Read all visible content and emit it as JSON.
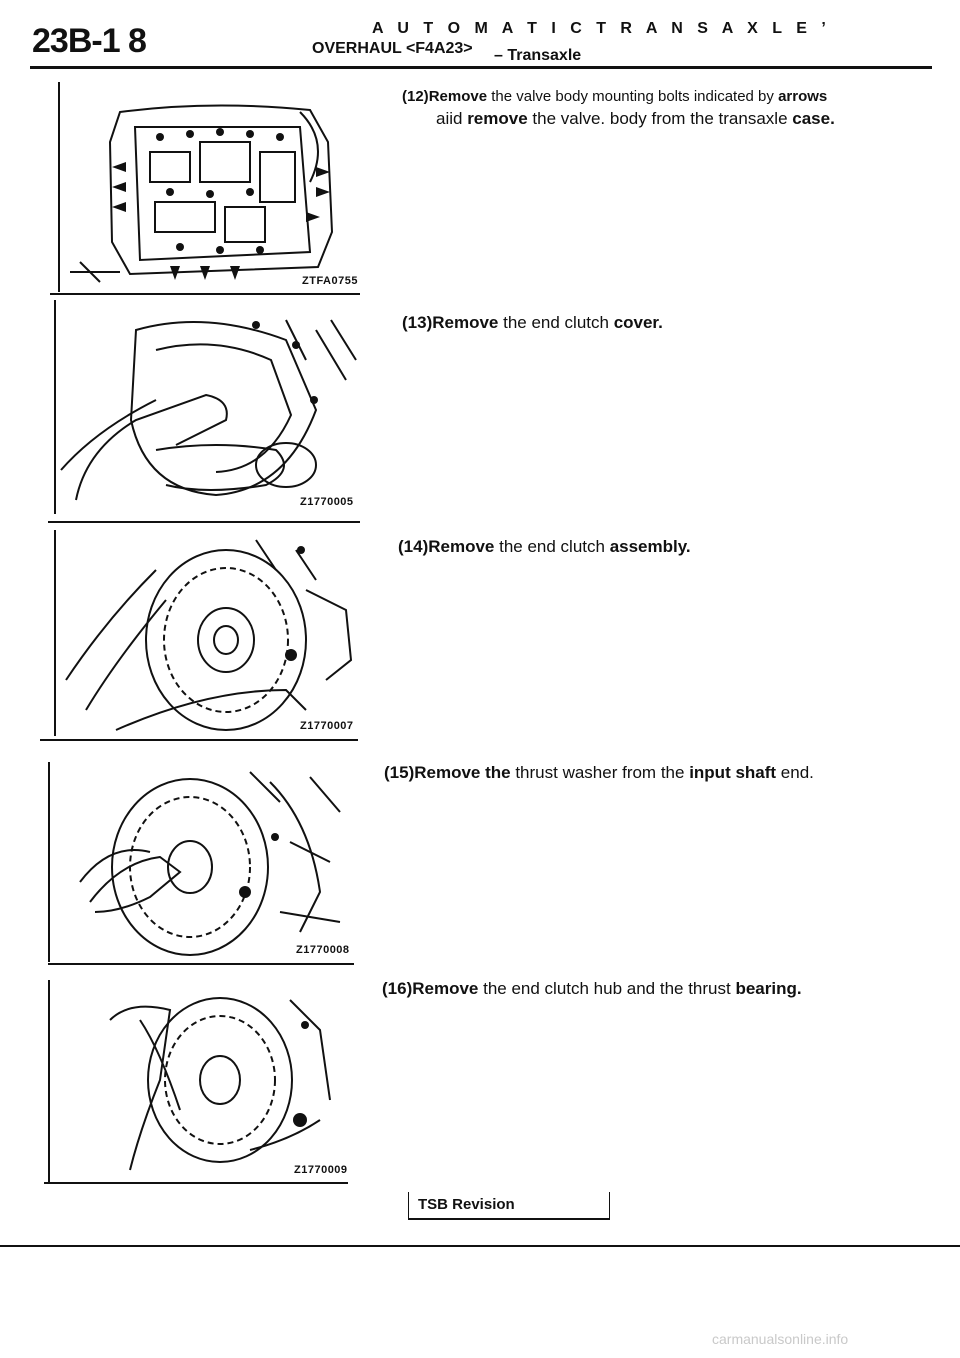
{
  "header": {
    "page_number": "23B-1 8",
    "title": "A U T O M A T I C  T R A N S A X L E ’",
    "subtitle": "OVERHAUL <F4A23>",
    "section": "– Transaxle"
  },
  "figures": [
    {
      "code": "ZTFA0755"
    },
    {
      "code": "Z1770005"
    },
    {
      "code": "Z1770007"
    },
    {
      "code": "Z1770008"
    },
    {
      "code": "Z1770009"
    }
  ],
  "steps": [
    {
      "num": "(12)",
      "verb": "Remove",
      "text": " the valve body mounting bolts indicated by ",
      "tail": "arrows",
      "line2_a": "aiid ",
      "line2_b": "remove",
      "line2_c": " the valve. body from the transaxle ",
      "line2_d": "case."
    },
    {
      "num": "(13)",
      "verb": "Remove",
      "text": " the end clutch ",
      "tail": "cover."
    },
    {
      "num": "(14)",
      "verb": "Remove",
      "text": " the end clutch ",
      "tail": "assembly."
    },
    {
      "num": "(15)",
      "verb": "Remove the",
      "text": " thrust washer from the ",
      "tail": "input shaft",
      "after": " end."
    },
    {
      "num": "(16)",
      "verb": "Remove",
      "text": " the end clutch hub and the thrust ",
      "tail": "bearing."
    }
  ],
  "footer": {
    "label": "TSB Revision"
  },
  "watermark": "carmanualsonline.info"
}
